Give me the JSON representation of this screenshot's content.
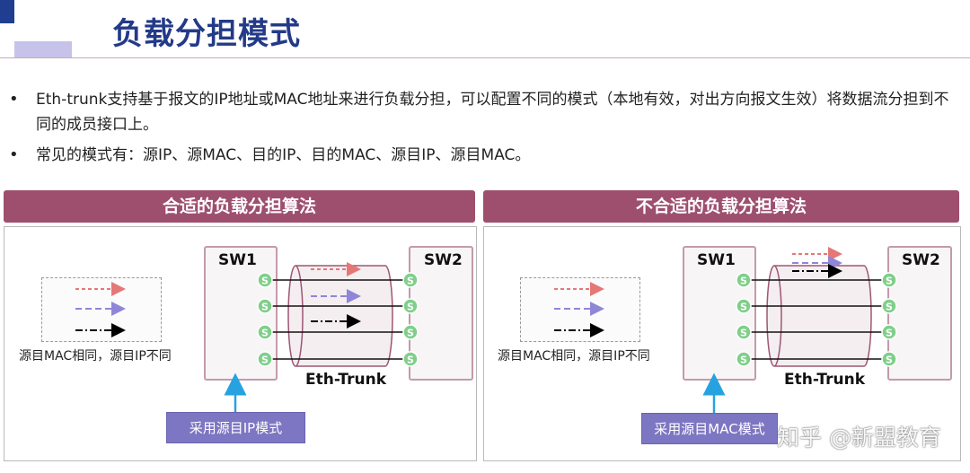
{
  "slide": {
    "title": "负载分担模式",
    "bullets": [
      "Eth-trunk支持基于报文的IP地址或MAC地址来进行负载分担，可以配置不同的模式（本地有效，对出方向报文生效）将数据流分担到不同的成员接口上。",
      "常见的模式有：源IP、源MAC、目的IP、目的MAC、源目IP、源目MAC。"
    ]
  },
  "panels": [
    {
      "header": "合适的负载分担算法",
      "legend_caption": "源目MAC相同，源目IP不同",
      "sw1_label": "SW1",
      "sw2_label": "SW2",
      "port_label": "S",
      "trunk_label": "Eth-Trunk",
      "mode_label": "采用源目IP模式"
    },
    {
      "header": "不合适的负载分担算法",
      "legend_caption": "源目MAC相同，源目IP不同",
      "sw1_label": "SW1",
      "sw2_label": "SW2",
      "port_label": "S",
      "trunk_label": "Eth-Trunk",
      "mode_label": "采用源目MAC模式"
    }
  ],
  "watermark": "知乎 @新盟教育",
  "colors": {
    "title": "#233a88",
    "panel_header": "#9e4f6e",
    "port": "#7fcf8a",
    "flow_red": "#e57777",
    "flow_purple": "#8f86d8",
    "flow_black": "#000000",
    "mode_box": "#7d76c2",
    "uplink_arrow": "#27a2e0"
  }
}
